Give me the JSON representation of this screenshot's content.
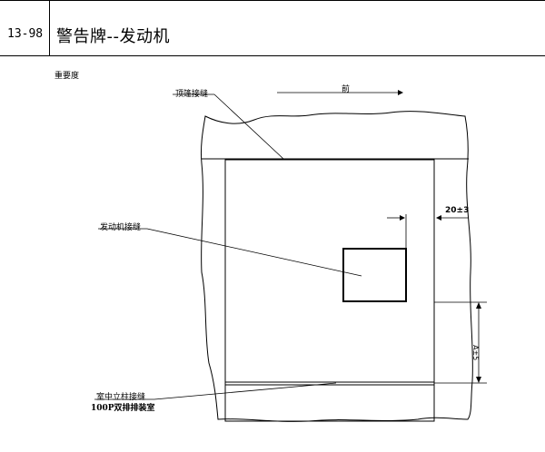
{
  "header": {
    "doc_number": "13-98",
    "title": "警告牌--发动机"
  },
  "drawing": {
    "note": "重要度",
    "labels": {
      "roof_seam": "顶篷接缝",
      "front_direction": "前",
      "dimension_offset": "20±3",
      "engine_seam": "发动机接缝",
      "bottom_line1": "室中立柱接缝",
      "bottom_line2": "100P双排排装室",
      "dimension_side": "A±5"
    }
  }
}
